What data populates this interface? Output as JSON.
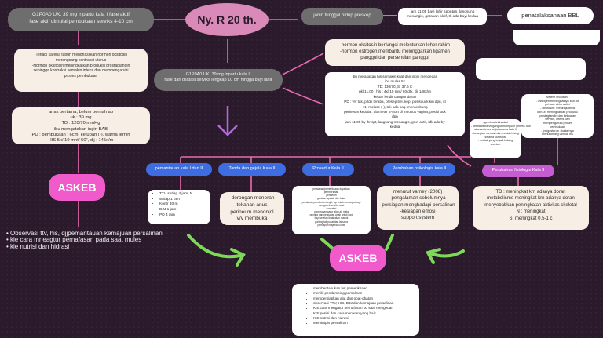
{
  "title": "Ny. R 20 th.",
  "top_left_box": [
    "G1P0A0 UK. 39 mg inpartu kala I fase aktif",
    "fase aktif dimulai pembukaan serviks 4-10 cm"
  ],
  "causes_box": [
    "-Terjadi karena tubuh menghasilkan hormon oksitosin",
    "merangsang kontraksi uterus",
    "-Hormon oksitosin meningkatkan produksi prostaglandin",
    "sehingga kontraksi semakin intens dan mempengaruhi",
    "proses pembukaan"
  ],
  "exam_box": [
    "anak pertama, belum pernah ab",
    "uk : 39 mg",
    "TD : 120/70 mmHg",
    "ibu mengatakan ingin BAB",
    "PD : pembukaan : 6cm, ketuban (-), warna jernih",
    "HIS 5x/ 10 mnt/ 50\", djj : 145x/m"
  ],
  "askeb_label": "ASKEB",
  "left_bullets": [
    "Observasi ttv, his, djjpemantauan kemajuan persalinan",
    "kie cara mneagtur pernafasan pada saat mules",
    "kie nutrisi dan hidrasi"
  ],
  "kala2_box": [
    "G1P0A0 UK. 39 mg inpartu kala II",
    "fase dari dilatasi serviks lengkap 10 cm hingga bayi lahir"
  ],
  "baby_box": "janin tunggal hidup preskep",
  "baby_birth_box": [
    "jam 11.05 bayi lahir spontan, langsung",
    "menangis, gerakan aktif, tk ada bayi kedua"
  ],
  "newborn_label": "penatalaksanaan BBL",
  "hormone_box": [
    "-hormon oksitosin berfungsi melenturkan leher rahim",
    "-hormon estrogen membantu melonggarkan ligamen",
    "panggul dan persendian panggul"
  ],
  "obs_box": [
    "ibu merasakan his semakin kuat dan ingin mengedan",
    "ibu mulas 5x",
    "TD: 130/70, S: 37.5 C",
    "pkl 11.00 : his : 4x/ 10 mnt/ 60 dtk, djj 148x/m",
    "keluar lendir campur darah",
    "PD : v/v tak, p tdk teraba, presep bel. kep, posisi uuk kiri dpn, st",
    "+1, molase (-), tdk ada bag. menumbung",
    "perineum kepala : diameter 4-5cm di introitus vagina, posisi uuk",
    "dpn",
    "jam 11.05 by lhr spt, langsung menangis, grkn aktif, tdk ada by",
    "kedua"
  ],
  "phys_box": [
    "sistem endokrin:",
    "- estrogen meningkatnya kon..ut",
    "pd fase akhir aktivi",
    "- oksitosin : meningkatnya",
    "kon.ut, meningkatkan produksi",
    "prostaglandin dan kekuatan",
    "serviks, intens dan",
    "mempengaruhi proses",
    "pembukaan",
    "- progesteron : kadarnya",
    "menurun drg lambat his"
  ],
  "psych_box": [
    "- gembira/lelah/takut",
    "- kekhawatiran/tegang kemampuan genetik dan",
    "abusan terus lanjut selama kala II",
    "- kesepian mencari dan mudah bising",
    "selama kontraksi",
    "- mutlak yang terjadi bidang",
    "spontan"
  ],
  "categories": [
    "pemantauan kala I dan II",
    "Tanda dan gejala Kala II",
    "Prosedur Kala II",
    "Perubahan psikologis kala II",
    "Perubahan fisiologis Kala II"
  ],
  "ttv_box": [
    "TTV setiap 4 jam, N",
    "setiap 1 jam",
    "Kontr 30 m",
    "DJJ 1 jam",
    "PD 4 jam"
  ],
  "signs_box": [
    "-dorongan meneran",
    "tekanan anus",
    "perineum menonjol",
    "v/v membuka"
  ],
  "procedure_box": [
    "persiapan/pemeriksaan dapatkan",
    "pembersihan",
    "perineum",
    "gerakan apatah dan tolan",
    "persiapan pemberian lanjut, lap untuk mencopot bayi",
    "mengecek serviks saat",
    "kontraksi",
    "pemerasan pada jalan air mata",
    "gunting dan persiapan anak untuk bayi",
    "bayi setelah tidak akan masuk",
    "gunting tali pusat dan laksana",
    "persiapan bayi baru lahir"
  ],
  "varney_box": [
    "menurut varney (2008)",
    "-pengalaman sebelumnya",
    "-persiapan menghadapi persalinan",
    "-kesiapan emosi",
    "support system"
  ],
  "td_box": [
    "TD : meningkat krn adanya doran",
    "metabolisme meningkat krn adanya doran",
    "menyebabkan peningkatan aktivitas skeletal",
    "N : meningkat",
    "S: meningkat 0,5-1 c"
  ],
  "askeb2_label": "ASKEB",
  "bottom_box": [
    "memberitahukan hsl pemeriksaan",
    "menilit pendamping persalinan",
    "mempersiapkan alat dan obat-obatan",
    "observasi TTV, HIS, DJJ dan kemajuan persalinan",
    "KIE cara mengatur pernafasan pd saat mengedan",
    "KIE posisi dan cara meneran yang baik",
    "KIE nutrisi dan hidrasi",
    "Memimpin persalinan"
  ]
}
